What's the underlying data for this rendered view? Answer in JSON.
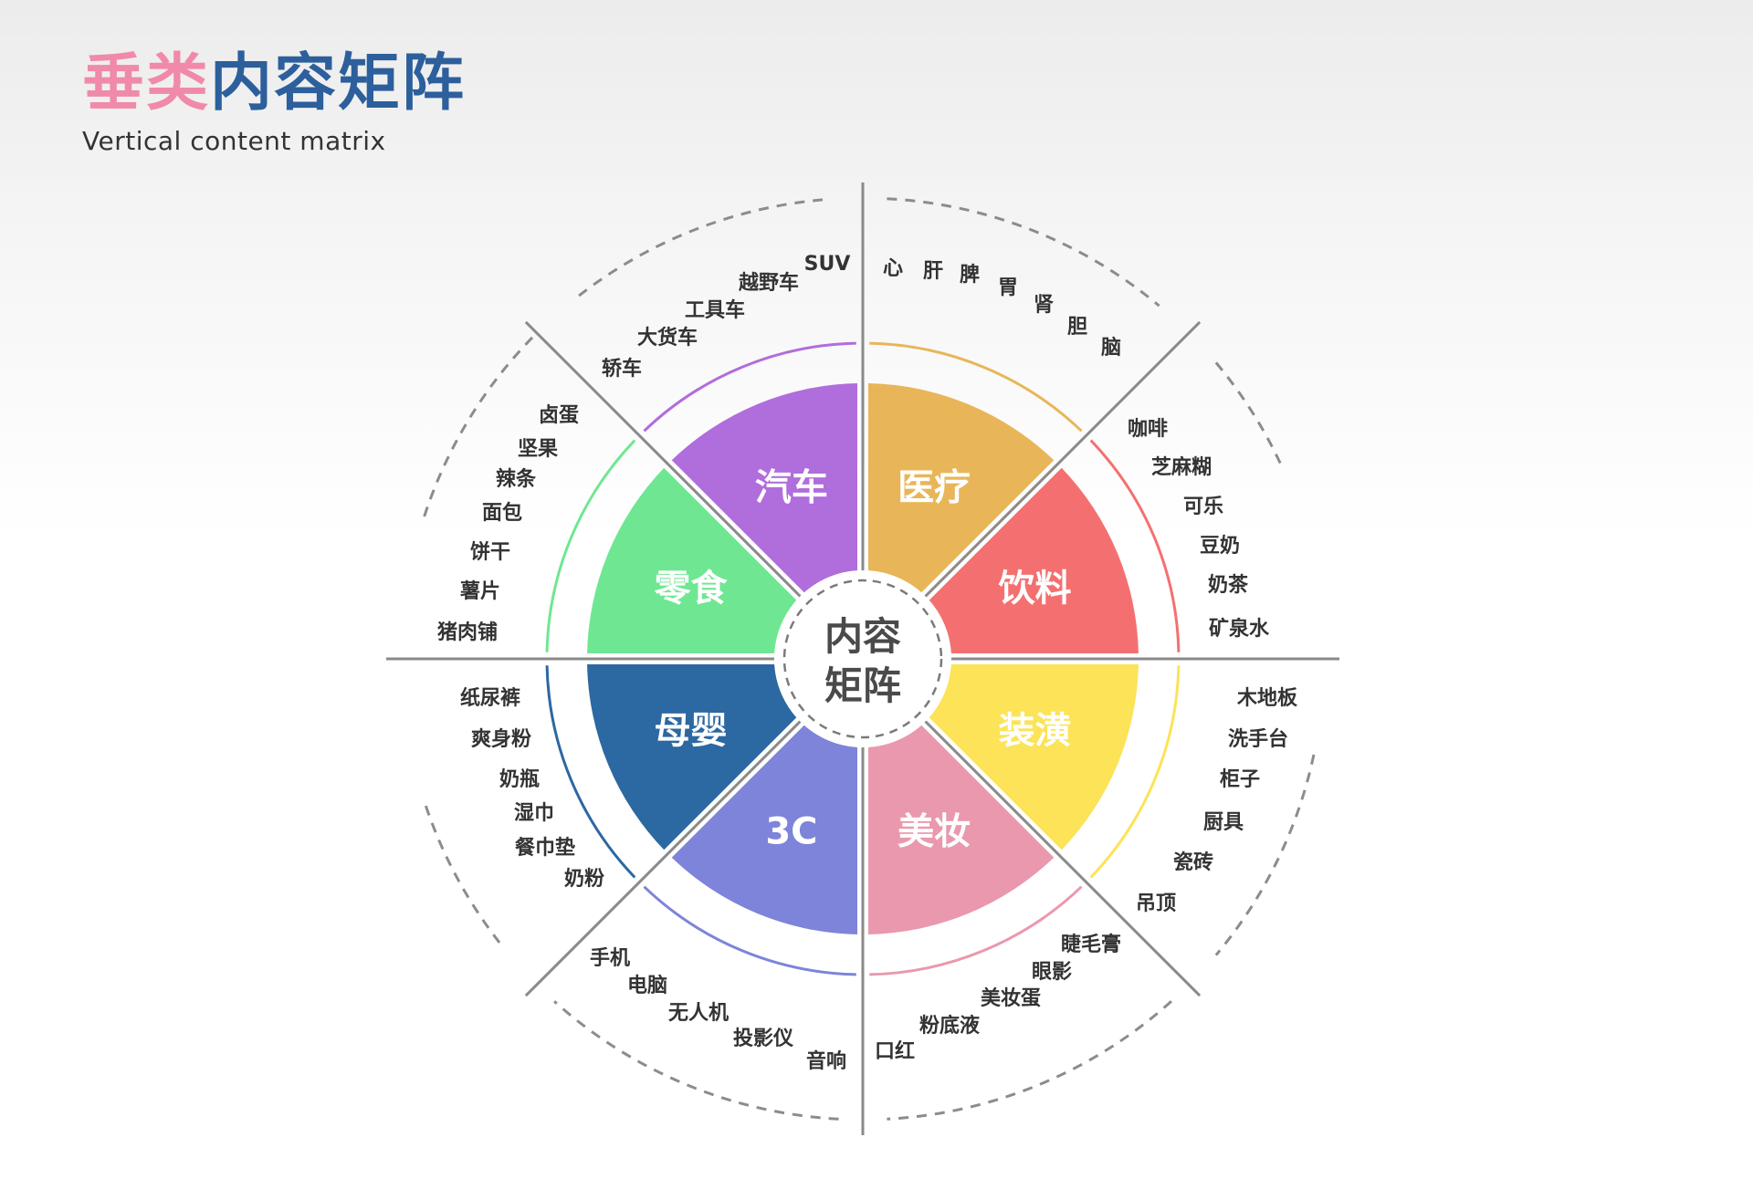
{
  "title": {
    "part1": "垂类",
    "part2": "内容矩阵"
  },
  "subtitle": "Vertical content matrix",
  "center": {
    "line1": "内容",
    "line2": "矩阵"
  },
  "segments": [
    {
      "label": "医疗",
      "color": "#e8b659",
      "items": [
        "心",
        "肝",
        "脾",
        "胃",
        "肾",
        "胆",
        "脑"
      ]
    },
    {
      "label": "饮料",
      "color": "#f47070",
      "items": [
        "咖啡",
        "芝麻糊",
        "可乐",
        "豆奶",
        "奶茶",
        "矿泉水"
      ]
    },
    {
      "label": "装潢",
      "color": "#fce357",
      "items": [
        "木地板",
        "洗手台",
        "柜子",
        "厨具",
        "瓷砖",
        "吊顶"
      ]
    },
    {
      "label": "美妆",
      "color": "#ea98ad",
      "items": [
        "睫毛膏",
        "眼影",
        "美妆蛋",
        "粉底液",
        "口红"
      ]
    },
    {
      "label": "3C",
      "color": "#7d84d9",
      "items": [
        "手机",
        "电脑",
        "无人机",
        "投影仪",
        "音响"
      ]
    },
    {
      "label": "母婴",
      "color": "#2c68a1",
      "items": [
        "纸尿裤",
        "爽身粉",
        "奶瓶",
        "湿巾",
        "餐巾垫",
        "奶粉"
      ]
    },
    {
      "label": "零食",
      "color": "#6fe792",
      "items": [
        "卤蛋",
        "坚果",
        "辣条",
        "面包",
        "饼干",
        "薯片",
        "猪肉铺"
      ]
    },
    {
      "label": "汽车",
      "color": "#b06ddc",
      "items": [
        "轿车",
        "大货车",
        "工具车",
        "越野车",
        "SUV"
      ]
    }
  ]
}
